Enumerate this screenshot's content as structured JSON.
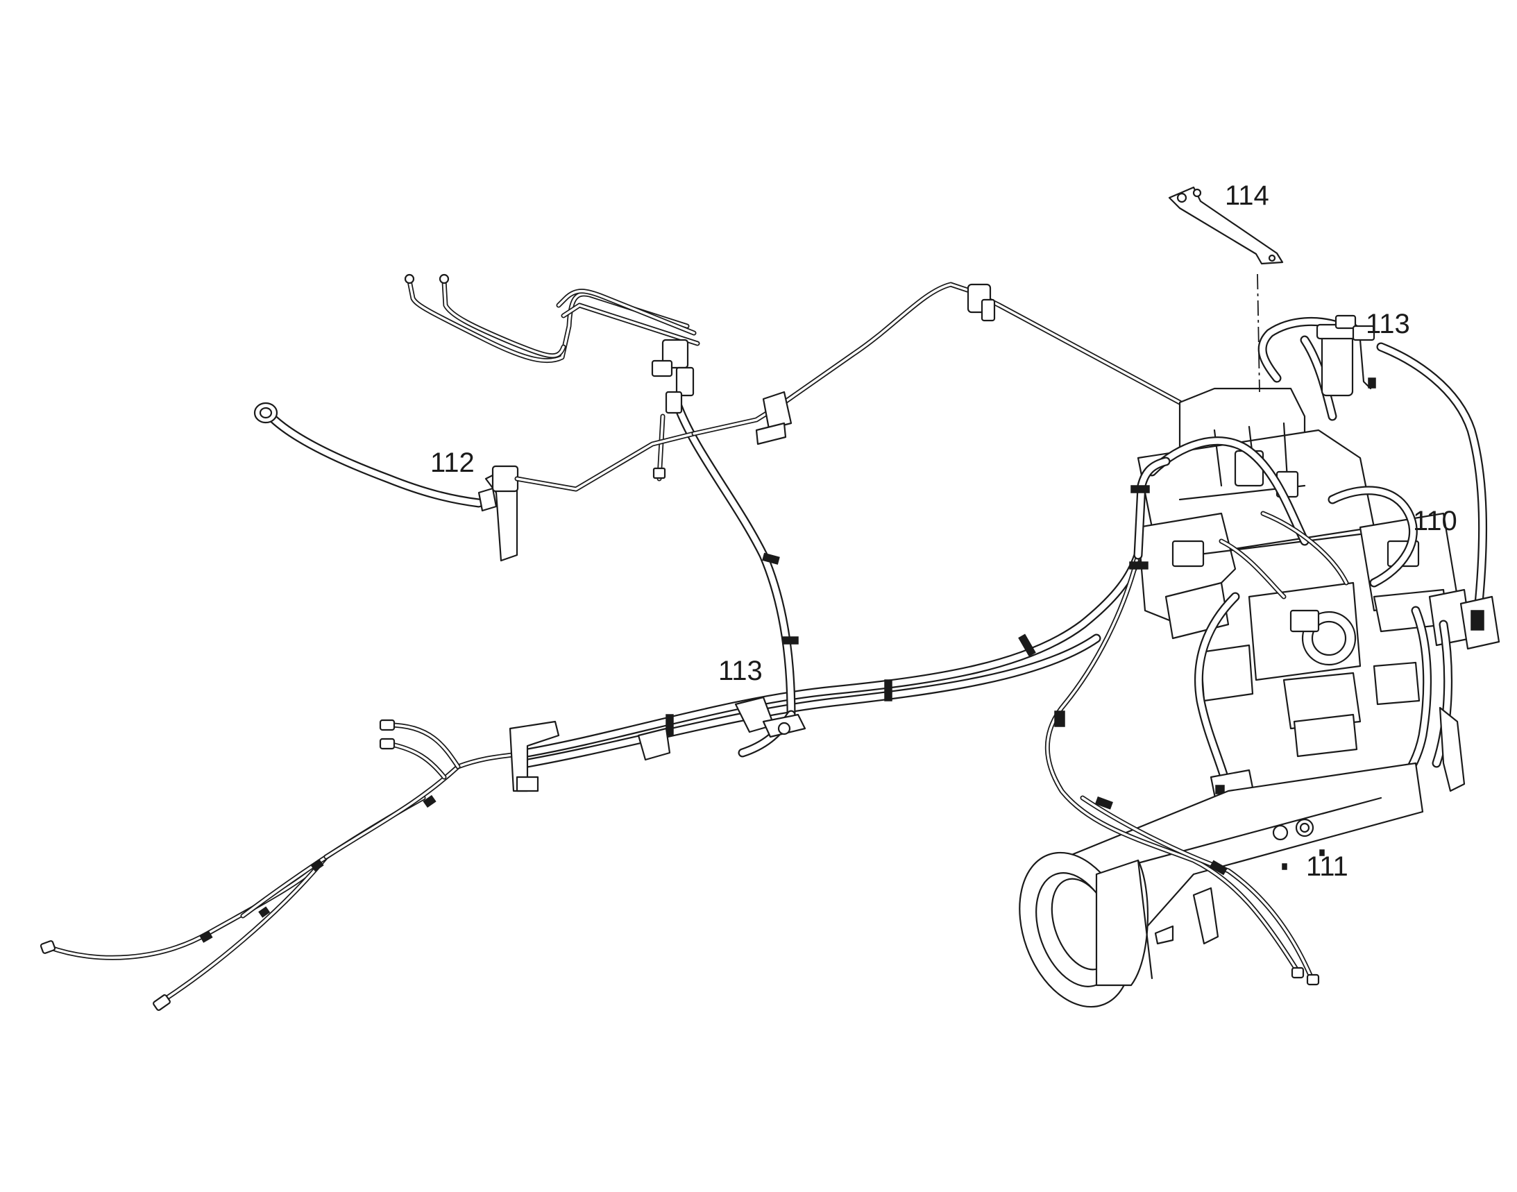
{
  "diagram": {
    "background": "#ffffff",
    "line_color": "#1a1a1a",
    "callouts": [
      {
        "id": "c110",
        "label": "110"
      },
      {
        "id": "c111",
        "label": "111"
      },
      {
        "id": "c112",
        "label": "112"
      },
      {
        "id": "c113a",
        "label": "113"
      },
      {
        "id": "c113b",
        "label": "113"
      },
      {
        "id": "c114",
        "label": "114"
      }
    ]
  }
}
